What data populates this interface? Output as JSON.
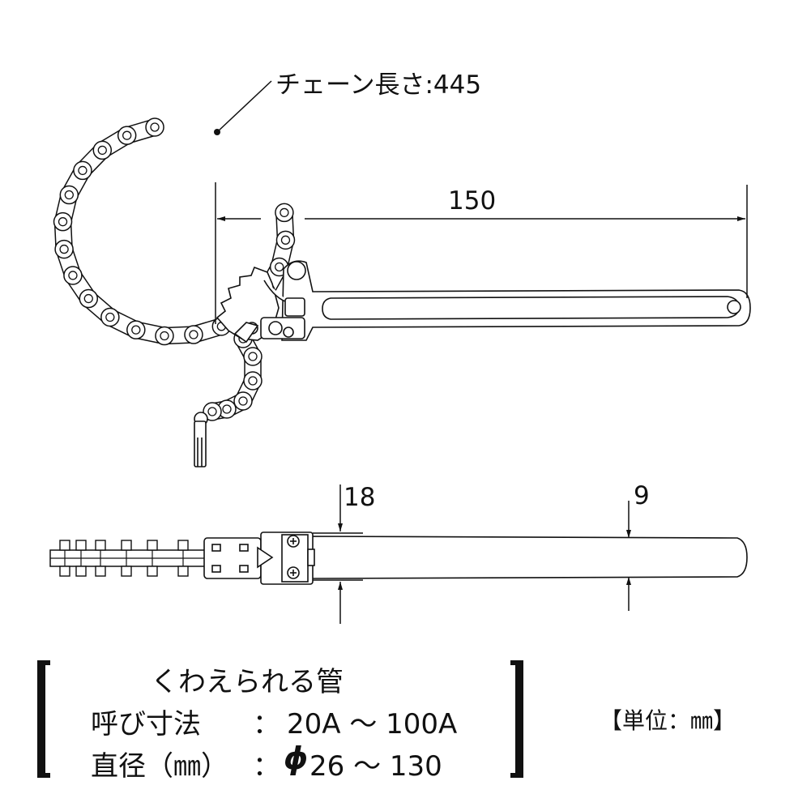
{
  "labels": {
    "chain_length": "チェーン長さ:445",
    "dim_handle": "150",
    "dim_head": "18",
    "dim_tail": "9"
  },
  "spec": {
    "heading": "くわえられる管",
    "row1_label": "呼び寸法",
    "row1_sep": "：",
    "row1_value": "20A ～ 100A",
    "row2_label": "直径（㎜）",
    "row2_sep": "：",
    "row2_symbol": "ϕ",
    "row2_value": "26 ～ 130"
  },
  "unit_note": "【単位：㎜】",
  "colors": {
    "line": "#111111",
    "background": "#ffffff"
  }
}
